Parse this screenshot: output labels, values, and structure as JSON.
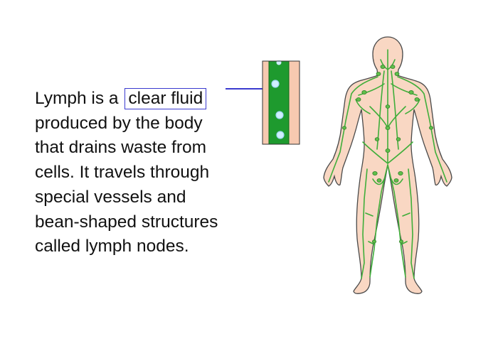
{
  "text": {
    "line1_prefix": "Lymph is a",
    "line1_highlight": "clear fluid",
    "line2": "produced by the body",
    "line3": "that drains waste from",
    "line4": "cells. It travels through",
    "line5": "special vessels and",
    "line6": "bean-shaped structures",
    "line7": "called lymph nodes."
  },
  "colors": {
    "highlight_border": "#3a3acf",
    "arrow": "#3a3acf",
    "vessel_green": "#1e9a2e",
    "tissue": "#f7c9b0",
    "lymph_droplet": "#cfeeff",
    "body_skin": "#f9d7c3",
    "body_outline": "#4a4a4a",
    "lymph_lines": "#3fae3a"
  },
  "icons": {
    "vessel_inset": "lymph-vessel-closeup-icon",
    "arrow": "arrow-right-icon",
    "body": "human-lymphatic-system-icon"
  }
}
